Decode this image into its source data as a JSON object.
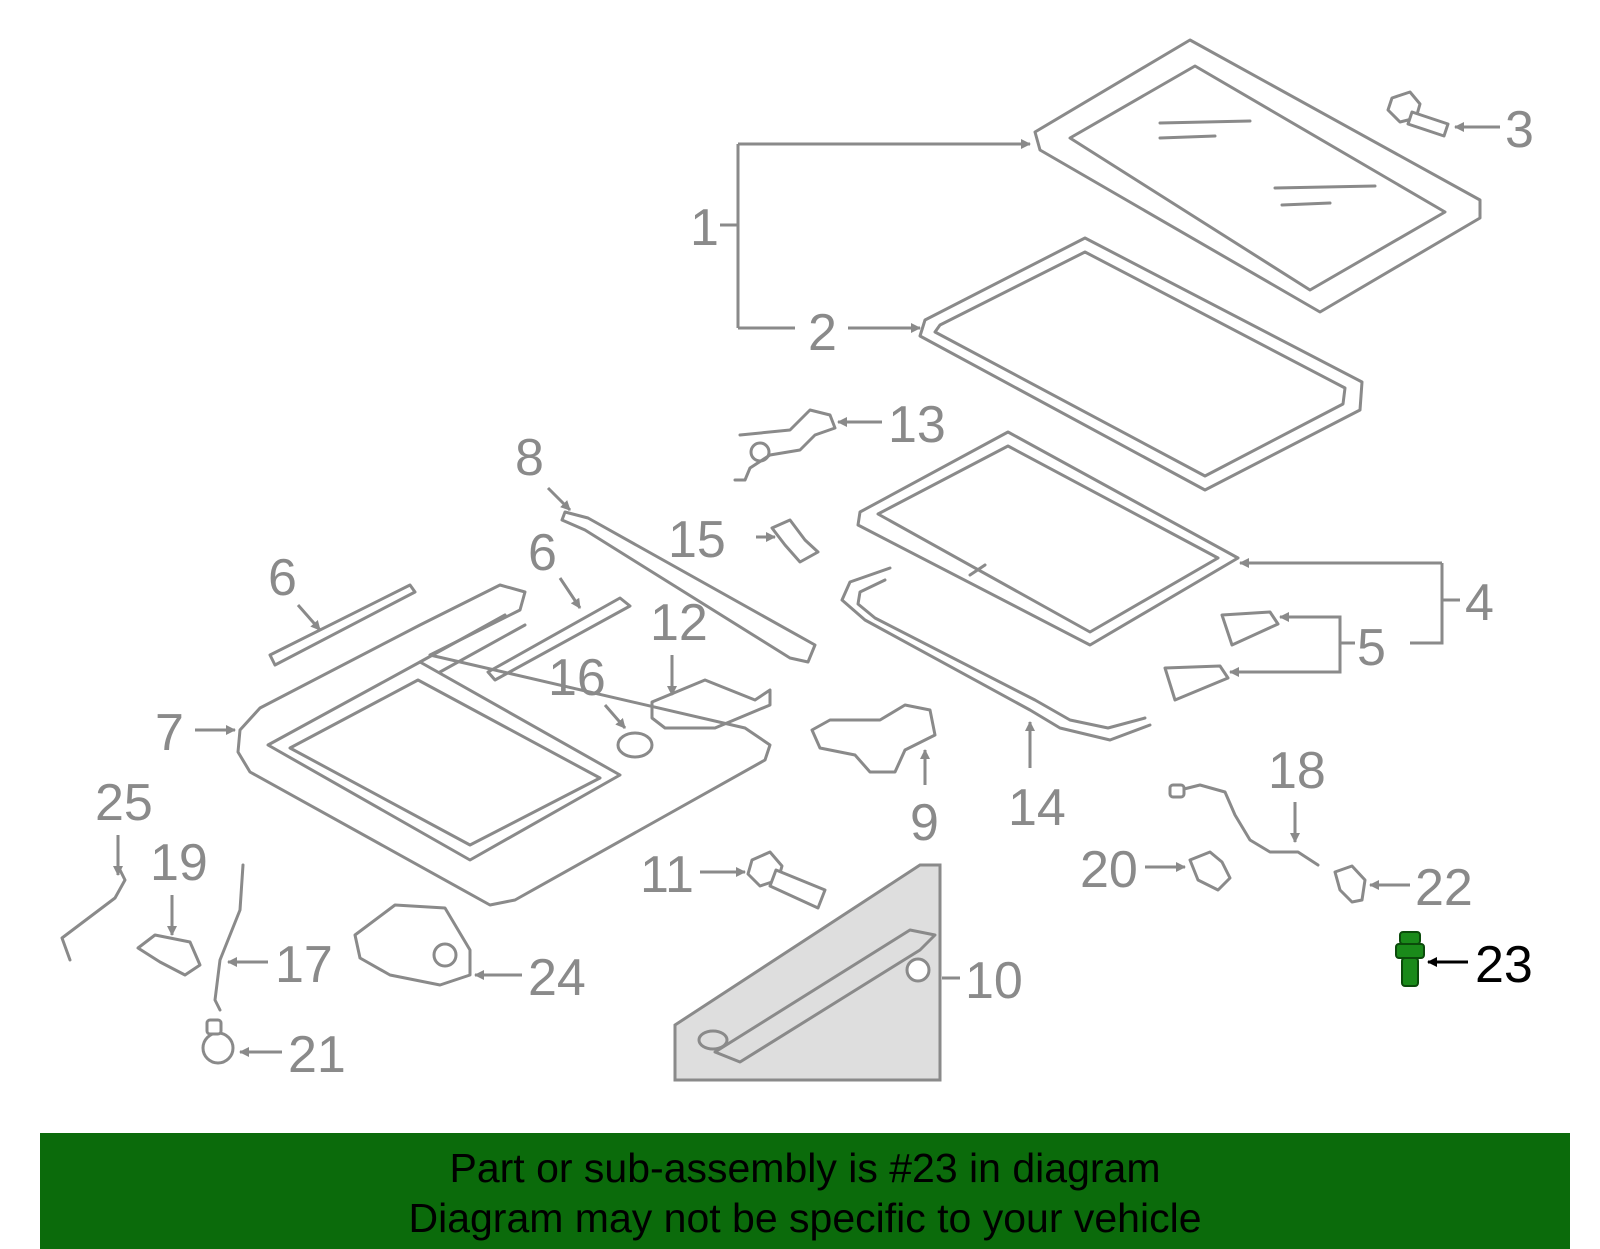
{
  "diagram": {
    "highlight_part": "23",
    "colors": {
      "part_stroke": "#8a8a8a",
      "highlight": "#1a8a1a",
      "label_highlight": "#000000",
      "banner_bg": "#0b6b0b"
    },
    "labels": [
      "1",
      "2",
      "3",
      "4",
      "5",
      "6",
      "6",
      "7",
      "8",
      "9",
      "10",
      "11",
      "12",
      "13",
      "14",
      "15",
      "16",
      "17",
      "18",
      "19",
      "20",
      "21",
      "22",
      "23",
      "24",
      "25"
    ]
  },
  "banner": {
    "line1": "Part or sub-assembly is #23 in diagram",
    "line2": "Diagram may not be specific to your vehicle"
  }
}
